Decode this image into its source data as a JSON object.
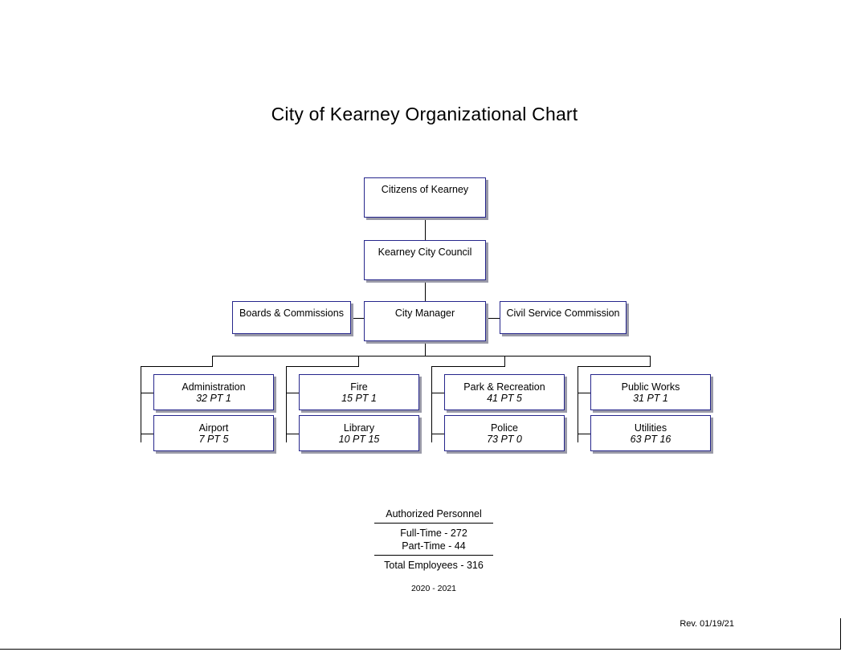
{
  "title": "City of Kearney Organizational Chart",
  "hierarchy": {
    "citizens": {
      "label": "Citizens of Kearney"
    },
    "council": {
      "label": "Kearney City Council"
    },
    "city_manager": {
      "label": "City Manager"
    },
    "boards": {
      "label": "Boards & Commissions"
    },
    "civil_service": {
      "label": "Civil Service Commission"
    }
  },
  "departments": [
    {
      "name": "Administration",
      "staffing": "32 PT 1"
    },
    {
      "name": "Airport",
      "staffing": "7  PT 5"
    },
    {
      "name": "Fire",
      "staffing": "15  PT 1"
    },
    {
      "name": "Library",
      "staffing": "10  PT 15"
    },
    {
      "name": "Park & Recreation",
      "staffing": "41  PT 5"
    },
    {
      "name": "Police",
      "staffing": "73  PT 0"
    },
    {
      "name": "Public Works",
      "staffing": "31 PT 1"
    },
    {
      "name": "Utilities",
      "staffing": "63  PT 16"
    }
  ],
  "summary": {
    "heading": "Authorized Personnel",
    "full_time": "Full-Time - 272",
    "part_time": "Part-Time - 44",
    "total": "Total Employees - 316",
    "year": "2020 - 2021"
  },
  "revision": "Rev.  01/19/21",
  "colors": {
    "box_border": "#26268c",
    "box_shadow": "#9a9aa8",
    "connector": "#000000",
    "background": "#ffffff"
  }
}
